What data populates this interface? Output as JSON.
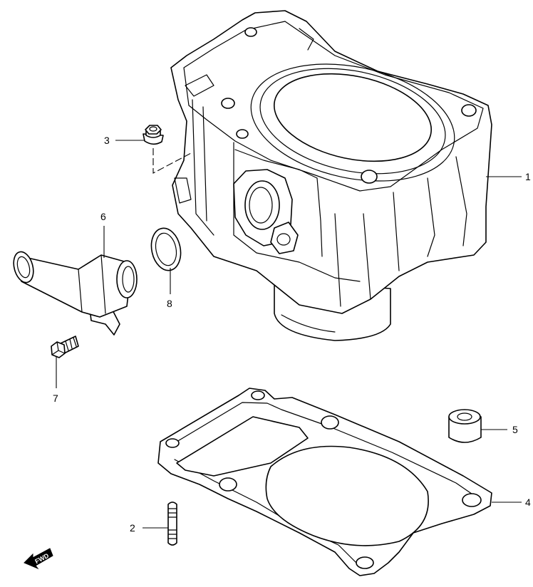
{
  "diagram": {
    "callouts": {
      "cylinder": "1",
      "stud_bolt": "2",
      "nut": "3",
      "gasket": "4",
      "dowel_pin": "5",
      "water_inlet_pipe": "6",
      "bolt": "7",
      "o_ring": "8"
    },
    "fwd_label": "FWD",
    "fwd_icon": "forward-arrow-icon"
  }
}
